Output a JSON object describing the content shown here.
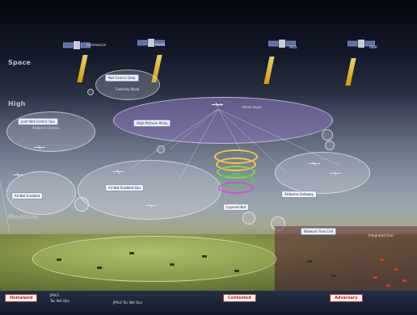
{
  "bands": {
    "space": "Space",
    "high": "High",
    "medium": "Medium"
  },
  "satellites": [
    {
      "label": "Commercial"
    },
    {
      "label": "MUOS"
    },
    {
      "label": "WGS"
    },
    {
      "label": "AEHF"
    }
  ],
  "boxes": {
    "top_cloud": "Net-Centric Data",
    "top_cloud_sub": "Gateway Node",
    "high_left": "Joint Net-Centric Ops",
    "high_left_sub": "Airborne Comms",
    "central": "High-Altitude Relay",
    "central_sub": "Aerial Layer",
    "mid_left": "Air-Net Enabled",
    "mid_center": "Air-Net Enabled Ops",
    "mid_right": "Airborne Gateway",
    "ring_label": "Layered Net",
    "right_low": "Network Fires Cell",
    "right_low2": "Integrated Fires"
  },
  "bottom": {
    "left": "Homeland",
    "center": "Contested",
    "right": "Adversary",
    "sub1": "JPALS",
    "sub2": "Tac Net Ops",
    "sub3": "JPALS Tac Net Ops"
  },
  "colors": {
    "beam": "#ffe56b",
    "ring1": "#f2c53d",
    "ring2": "#54c65a",
    "ring3": "#d44fd1",
    "red": "#d63a1a"
  }
}
